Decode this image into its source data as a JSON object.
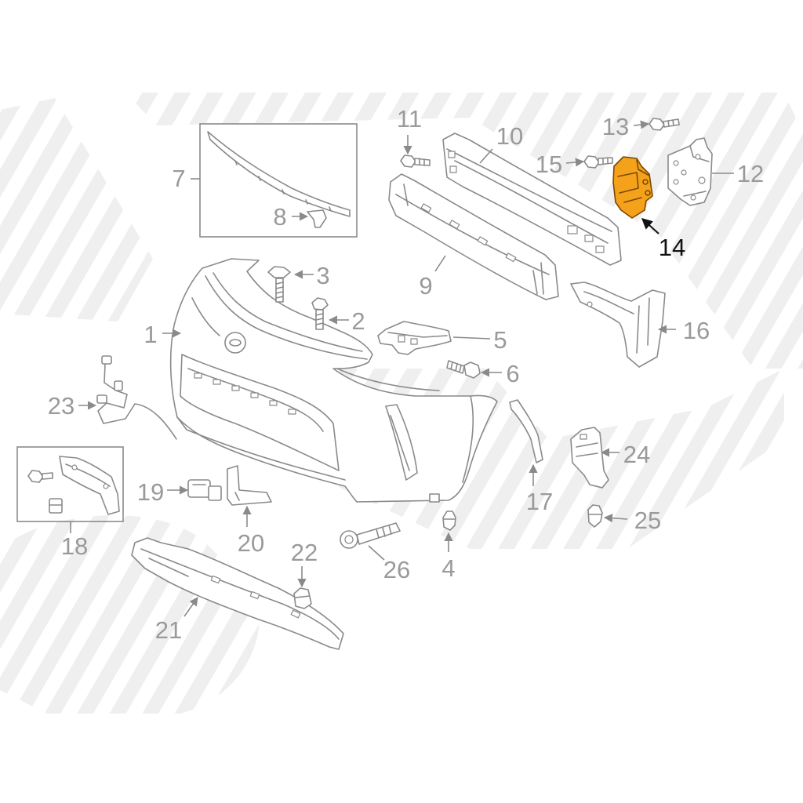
{
  "diagram": {
    "colors": {
      "line": "#8a8a8a",
      "label": "#9a9a9a",
      "highlight_fill": "#f4a21c",
      "highlight_label": "#111111",
      "watermark": "#efefef"
    },
    "callouts": [
      {
        "label": "1"
      },
      {
        "label": "2"
      },
      {
        "label": "3"
      },
      {
        "label": "4"
      },
      {
        "label": "5"
      },
      {
        "label": "6"
      },
      {
        "label": "7"
      },
      {
        "label": "8"
      },
      {
        "label": "9"
      },
      {
        "label": "10"
      },
      {
        "label": "11"
      },
      {
        "label": "12"
      },
      {
        "label": "13"
      },
      {
        "label": "14",
        "highlighted": true
      },
      {
        "label": "15"
      },
      {
        "label": "16"
      },
      {
        "label": "17"
      },
      {
        "label": "18"
      },
      {
        "label": "19"
      },
      {
        "label": "20"
      },
      {
        "label": "21"
      },
      {
        "label": "22"
      },
      {
        "label": "23"
      },
      {
        "label": "24"
      },
      {
        "label": "25"
      },
      {
        "label": "26"
      }
    ]
  }
}
